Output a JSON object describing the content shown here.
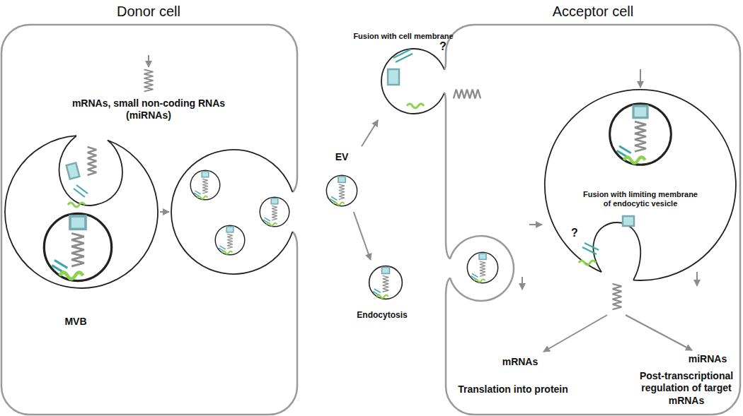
{
  "diagram": {
    "nodes": [
      {
        "text": [
          "Donor cell"
        ]
      },
      {
        "text": [
          "MVB"
        ],
        "in": 0
      },
      {
        "text": [
          "EV"
        ]
      },
      {
        "text": [
          "Fusion with cell membrane"
        ]
      },
      {
        "text": [
          "Endocytosis"
        ]
      },
      {
        "text": [
          "Acceptor cell"
        ]
      },
      {
        "text": [
          "Fusion with limiting membrane of endocytic vesicle"
        ],
        "in": 5
      }
    ],
    "edges": [
      {
        "from": 2,
        "to": 3,
        "arrow": "to"
      },
      {
        "from": 2,
        "to": 4,
        "arrow": "to"
      }
    ],
    "labels": [
      "mRNAs, small non-coding RNAs (miRNAs)",
      "?",
      "?",
      "mRNAs",
      "miRNAs",
      "Translation into protein",
      "Post-transcriptional regulation of target mRNAs"
    ]
  }
}
